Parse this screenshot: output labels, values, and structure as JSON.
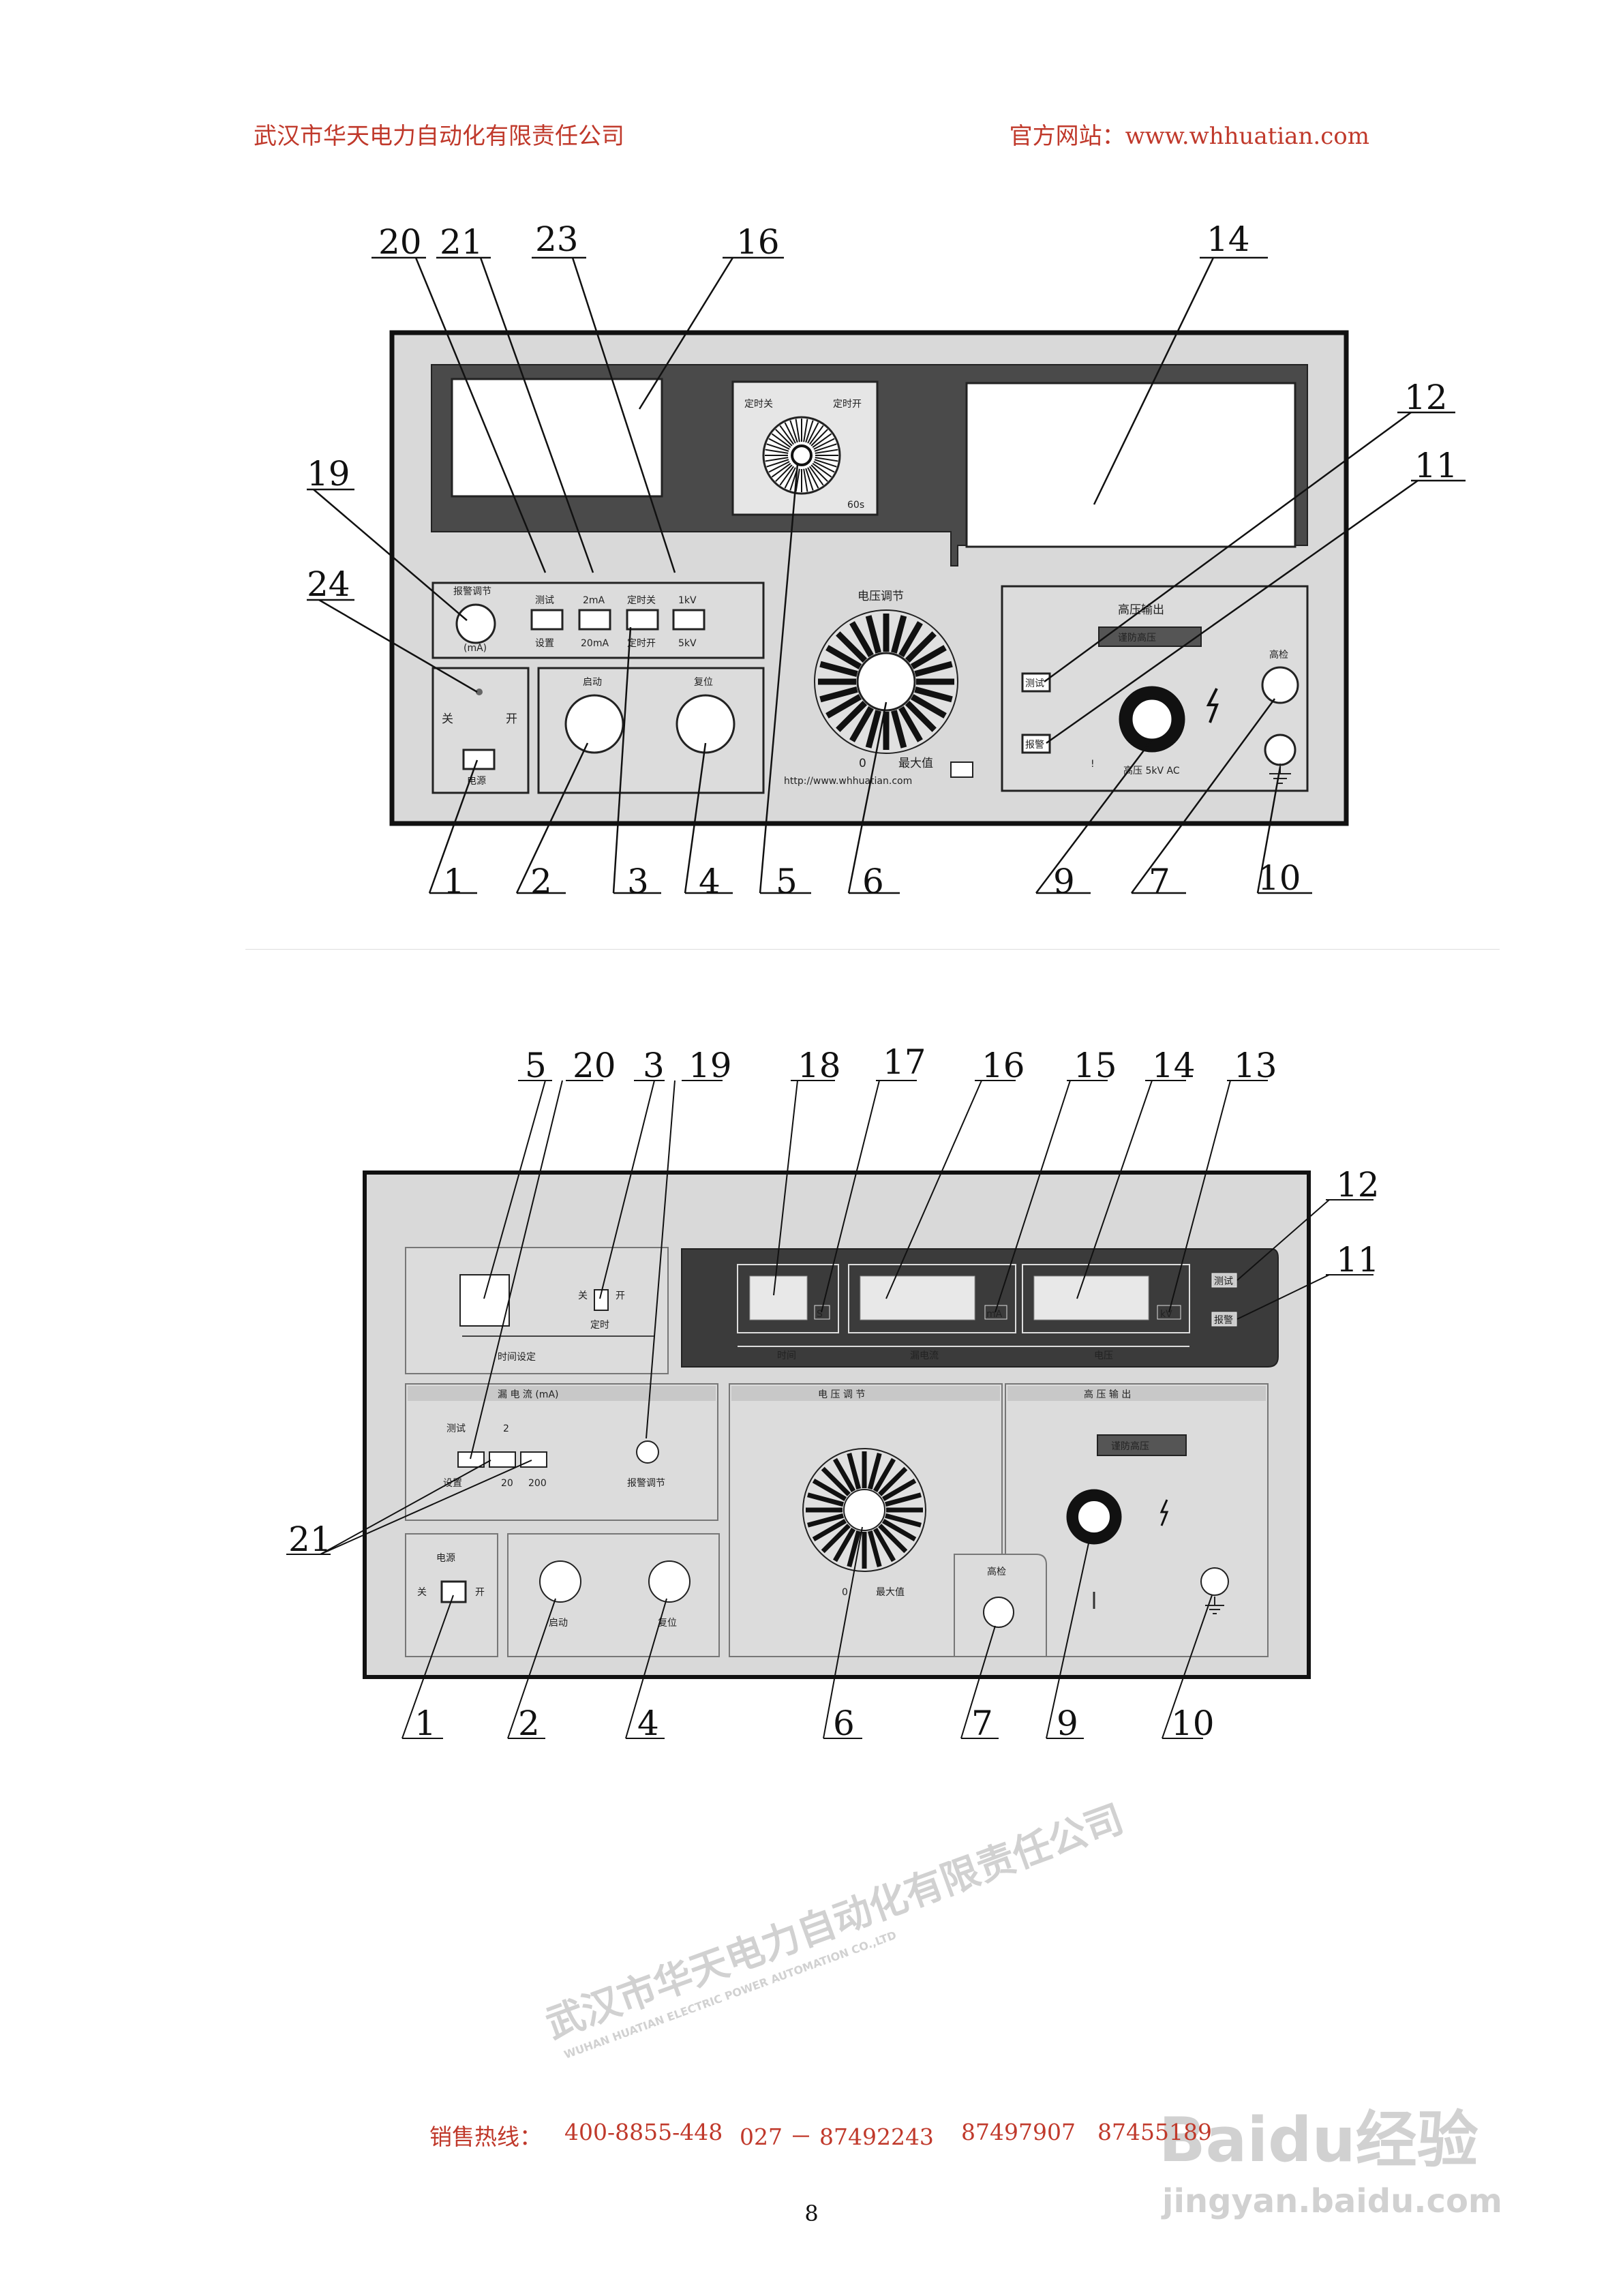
{
  "header": {
    "company": "武汉市华天电力自动化有限责任公司",
    "website": "官方网站：www.whhuatian.com"
  },
  "figure1": {
    "callouts_top": [
      "20",
      "21",
      "23",
      "16",
      "14"
    ],
    "callouts_right": [
      "12",
      "11"
    ],
    "callouts_left": [
      "19",
      "24"
    ],
    "callouts_bottom": [
      "1",
      "2",
      "3",
      "4",
      "5",
      "6",
      "9",
      "7",
      "10"
    ],
    "timer_left": "定时关",
    "timer_right": "定时开",
    "timer_unit": "60s",
    "voltage_regulation": "电压调节",
    "dial_zero": "0",
    "dial_max": "最大值",
    "url": "http://www.whhuatian.com",
    "hv_output": "高压输出",
    "hv_warning": "谨防高压",
    "hv_rating": "高压 5kV AC",
    "btn_test": "测试",
    "btn_alarm": "报警",
    "left_sensitivity": "报警调节",
    "left_unit": "(mA)",
    "sw_test": "测试",
    "sw_test2": "设置",
    "sw_2ma": "2mA",
    "sw_20ma": "20mA",
    "sw_timer_off": "定时关",
    "sw_timer_on": "定时开",
    "sw_1kv": "1kV",
    "sw_5kv": "5kV",
    "knob_start": "启动",
    "knob_reset": "复位",
    "power_off": "关",
    "power_on": "开",
    "power_label": "电源",
    "ground_btn": "高检"
  },
  "figure2": {
    "callouts_top": [
      "5",
      "20",
      "3",
      "19",
      "18",
      "17",
      "16",
      "15",
      "14",
      "13"
    ],
    "callouts_right": [
      "12",
      "11"
    ],
    "callouts_left": [
      "21"
    ],
    "callouts_bottom": [
      "1",
      "2",
      "4",
      "6",
      "7",
      "9",
      "10"
    ],
    "time_setting": "时间设定",
    "timer_off": "关",
    "timer_on": "开",
    "timer_label": "定时",
    "display_time": "时间",
    "display_current": "漏电流",
    "display_voltage": "电压",
    "unit_s": "S",
    "unit_ma": "mA",
    "unit_kv": "kV",
    "btn_test": "测试",
    "btn_alarm": "报警",
    "leak_current": "漏 电 流  (mA)",
    "mode_label": "测试",
    "mode_set": "设置",
    "range_2": "2",
    "range_20": "20",
    "range_200": "200",
    "alarm_adjust": "报警调节",
    "voltage_reg": "电 压 调 节",
    "dial_zero": "0",
    "dial_max": "最大值",
    "hv_output": "高 压 输 出",
    "hv_warning": "谨防高压",
    "power_label": "电源",
    "power_off": "关",
    "power_on": "开",
    "knob_start": "启动",
    "knob_reset": "复位",
    "ground_btn": "高检"
  },
  "watermark": {
    "company_cn": "武汉市华天电力自动化有限责任公司",
    "company_en": "WUHAN HUATIAN ELECTRIC POWER AUTOMATION CO.,LTD",
    "baidu": "Baidu经验",
    "baidu_url": "jingyan.baidu.com"
  },
  "footer": {
    "hotline_label": "销售热线：",
    "num1": "400-8855-448",
    "num2": "027  －  87492243",
    "num3": "87497907",
    "num4": "87455189"
  },
  "page_number": "8"
}
